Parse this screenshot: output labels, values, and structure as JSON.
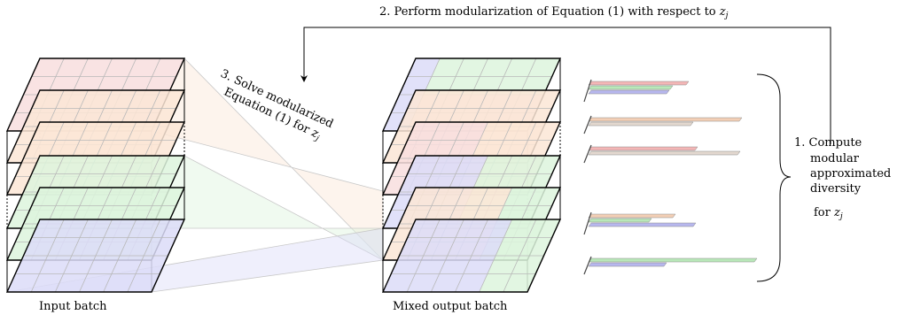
{
  "colors": {
    "red": "#f8dede",
    "orange": "#fbe6d6",
    "green": "#ddf5dd",
    "blue": "#dcdcf8",
    "bar_red": "#f3b6b6",
    "bar_orange": "#f3cfb6",
    "bar_green": "#b9e8b9",
    "bar_blue": "#b7b7ee",
    "bar_tan": "#e3d8cf",
    "grid": "#b8b8b8",
    "outline": "#000000"
  },
  "labels": {
    "top_prefix": "2. Perform modularization of Equation (1) with respect to ",
    "top_var": "z",
    "top_sub": "j",
    "step3_line1": "3. Solve modularized",
    "step3_line2_prefix": "Equation (1) for ",
    "step3_var": "z",
    "step3_sub": "j",
    "right_line1": "1. Compute",
    "right_line2": "modular",
    "right_line3": "approximated",
    "right_line4": "diversity",
    "right_line5_prefix": "for ",
    "right_var": "z",
    "right_sub": "j",
    "input_batch": "Input batch",
    "mixed_output_batch": "Mixed output batch"
  }
}
